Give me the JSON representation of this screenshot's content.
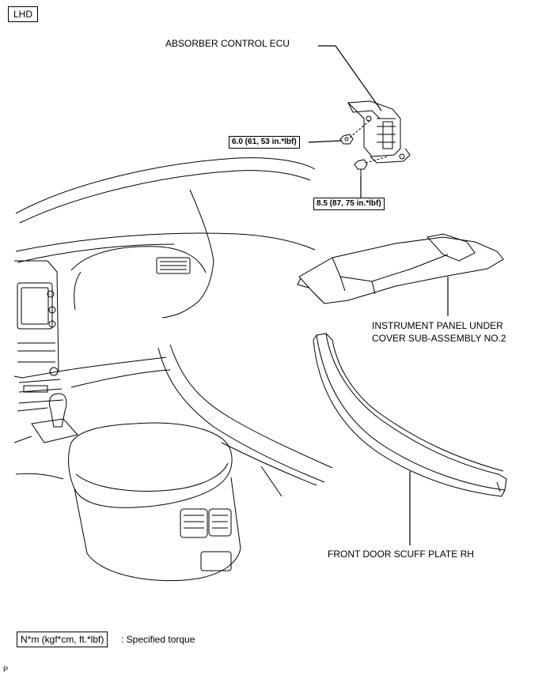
{
  "badge": "LHD",
  "parts": {
    "ecu": "ABSORBER CONTROL ECU",
    "under_cover_line1": "INSTRUMENT PANEL UNDER",
    "under_cover_line2": "COVER SUB-ASSEMBLY NO.2",
    "scuff_plate": "FRONT DOOR SCUFF PLATE RH"
  },
  "torques": {
    "nut": "6.0 (61, 53 in.*lbf)",
    "bolt": "8.5 (87, 75 in.*lbf)"
  },
  "legend": {
    "unit_box": "N*m (kgf*cm, ft.*lbf)",
    "description": ": Specified torque"
  },
  "corner_mark": "P"
}
